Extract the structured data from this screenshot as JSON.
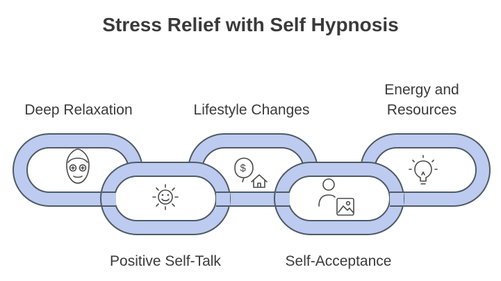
{
  "title": "Stress Relief with Self Hypnosis",
  "links": [
    {
      "label": "Deep Relaxation",
      "icon": "face-mask-icon"
    },
    {
      "label": "Positive Self-Talk",
      "icon": "smiling-sun-icon"
    },
    {
      "label": "Lifestyle Changes",
      "icon": "money-house-icon"
    },
    {
      "label": "Self-Acceptance",
      "icon": "person-image-icon"
    },
    {
      "label": "Energy and Resources",
      "icon": "lightbulb-icon"
    }
  ],
  "colors": {
    "link_fill": "#bccbef",
    "link_stroke": "#4f5a63",
    "text": "#3a3a3a"
  }
}
